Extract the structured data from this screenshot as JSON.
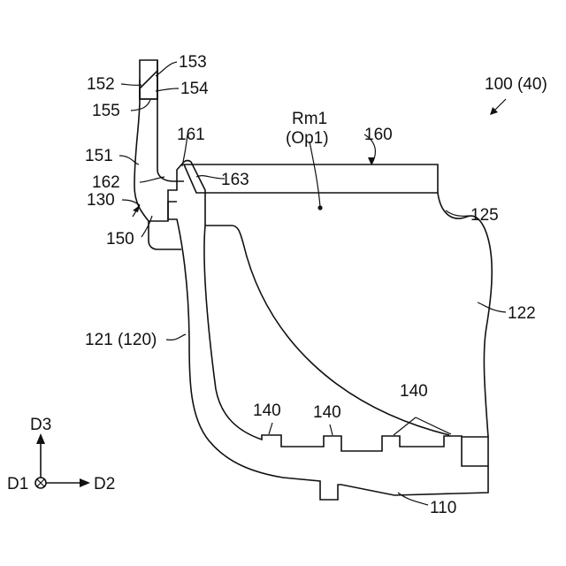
{
  "labels": {
    "l153": "153",
    "l152": "152",
    "l154": "154",
    "l155": "155",
    "l100": "100 (40)",
    "l161": "161",
    "l160": "160",
    "lrm1": "Rm1",
    "lop1": "(Op1)",
    "l151": "151",
    "l162": "162",
    "l163": "163",
    "l130": "130",
    "l125": "125",
    "l150": "150",
    "l122": "122",
    "l121": "121 (120)",
    "l140a": "140",
    "l140b": "140",
    "l140c": "140",
    "l110": "110",
    "ld3": "D3",
    "ld1": "D1",
    "ld2": "D2"
  },
  "colors": {
    "ink": "#111111",
    "paper": "#ffffff"
  }
}
